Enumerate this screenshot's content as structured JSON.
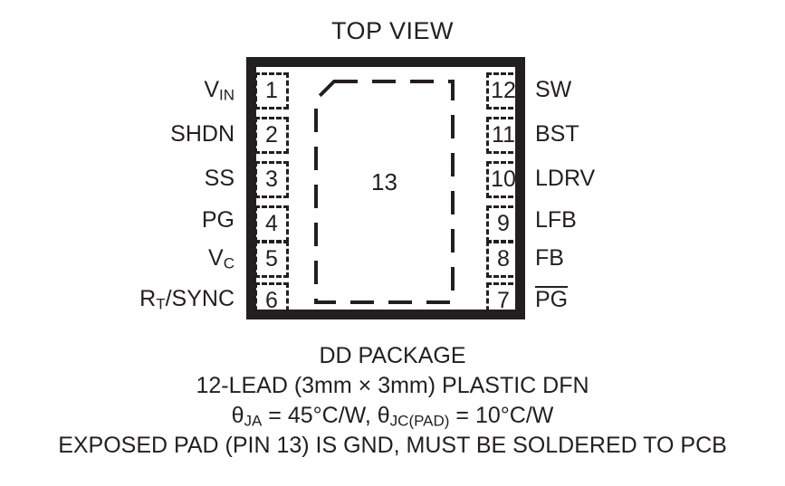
{
  "title": "TOP VIEW",
  "package": {
    "exposed_pad_number": "13",
    "pins_left": [
      {
        "number": "1",
        "label": "V",
        "sub": "IN",
        "overline": false
      },
      {
        "number": "2",
        "label": "SHDN",
        "sub": "",
        "overline": false
      },
      {
        "number": "3",
        "label": "SS",
        "sub": "",
        "overline": false
      },
      {
        "number": "4",
        "label": "PG",
        "sub": "",
        "overline": false
      },
      {
        "number": "5",
        "label": "V",
        "sub": "C",
        "overline": false
      },
      {
        "number": "6",
        "label": "R",
        "sub": "T",
        "suffix": "/SYNC",
        "overline": false
      }
    ],
    "pins_right": [
      {
        "number": "12",
        "label": "SW",
        "sub": "",
        "overline": false
      },
      {
        "number": "11",
        "label": "BST",
        "sub": "",
        "overline": false
      },
      {
        "number": "10",
        "label": "LDRV",
        "sub": "",
        "overline": false
      },
      {
        "number": "9",
        "label": "LFB",
        "sub": "",
        "overline": false
      },
      {
        "number": "8",
        "label": "FB",
        "sub": "",
        "overline": false
      },
      {
        "number": "7",
        "label": "PG",
        "sub": "",
        "overline": true
      }
    ]
  },
  "caption": {
    "line1": "DD PACKAGE",
    "line2": "12-LEAD (3mm × 3mm) PLASTIC DFN",
    "line3_theta1": "θ",
    "line3_sub1": "JA",
    "line3_mid": " = 45°C/W, ",
    "line3_theta2": "θ",
    "line3_sub2": "JC(PAD)",
    "line3_end": " = 10°C/W",
    "line4": "EXPOSED PAD (PIN 13) IS GND, MUST BE SOLDERED TO PCB"
  },
  "colors": {
    "ink": "#231f20",
    "background": "#ffffff"
  }
}
